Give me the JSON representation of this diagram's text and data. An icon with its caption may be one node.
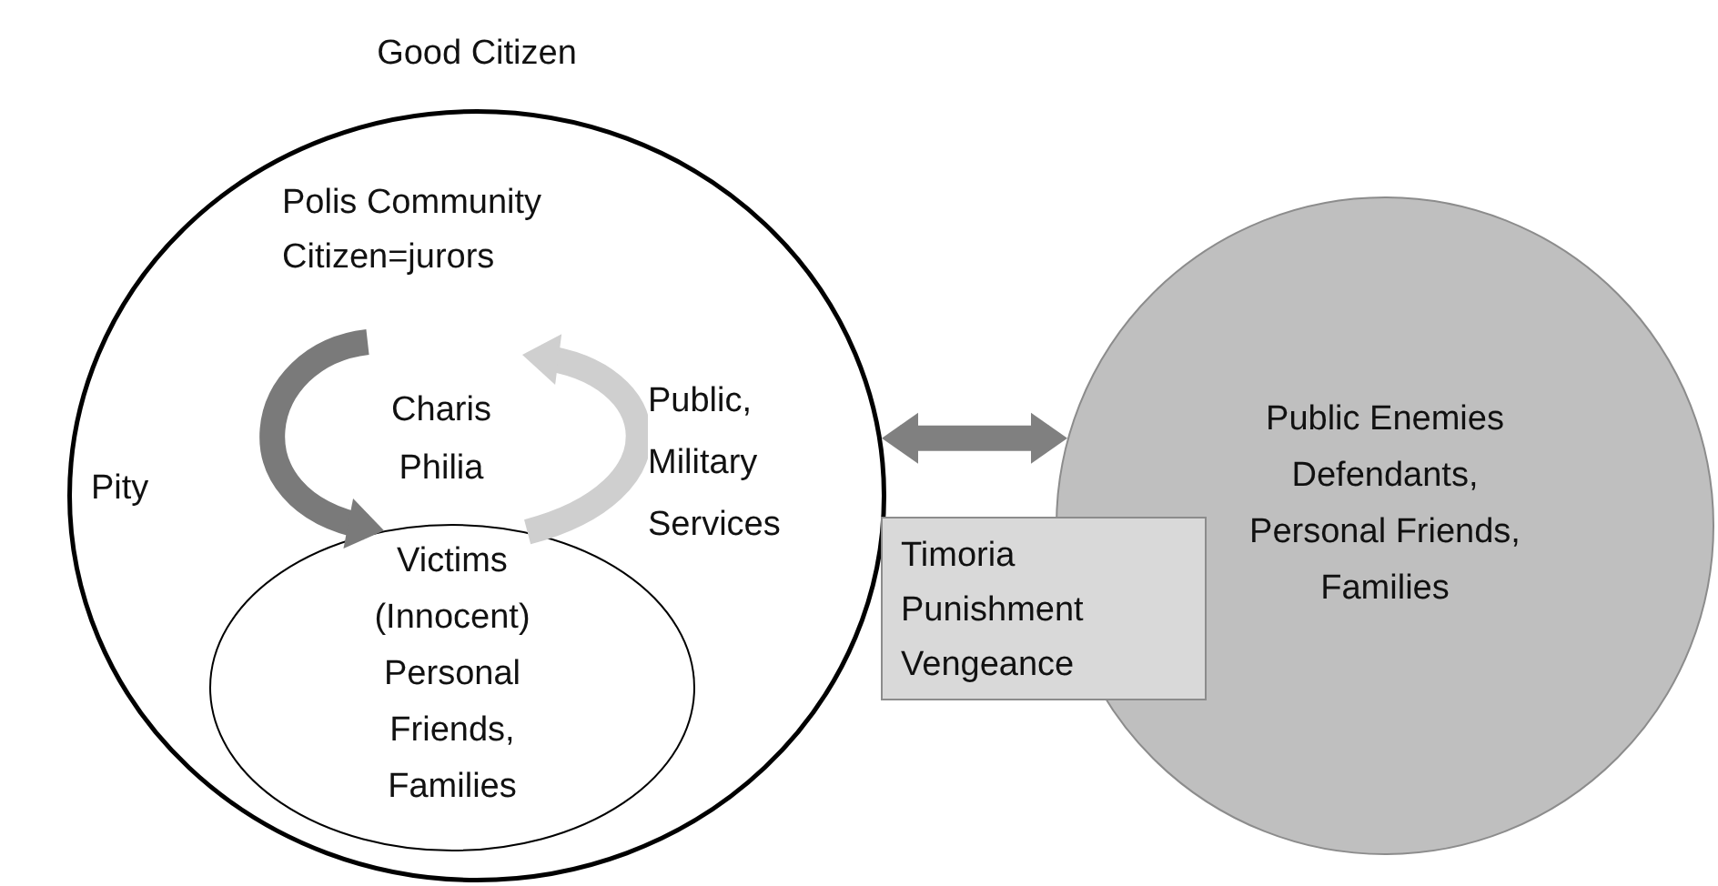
{
  "diagram": {
    "nodes": [
      {
        "text": [
          "Good Citizen",
          "Polis Community Citizen=jurors"
        ]
      },
      {
        "text": [
          "Victims (Innocent) Personal Friends, Families"
        ],
        "in": 0
      },
      {
        "text": [
          "Public Enemies Defendants, Personal Friends, Families"
        ]
      },
      {
        "text": [
          "Timoria Punishment Vengeance"
        ]
      }
    ],
    "edges": [
      {
        "from": null,
        "to": 1,
        "arrow": "to",
        "label": "Pity",
        "color": "#7a7a7a"
      },
      {
        "from": 1,
        "to": null,
        "arrow": "to",
        "label": "Public, Military Services",
        "color": "#cfcfcf"
      },
      {
        "from": 0,
        "to": 2,
        "arrow": "both",
        "color": "#808080"
      }
    ],
    "labels": [
      "Charis Philia"
    ]
  }
}
